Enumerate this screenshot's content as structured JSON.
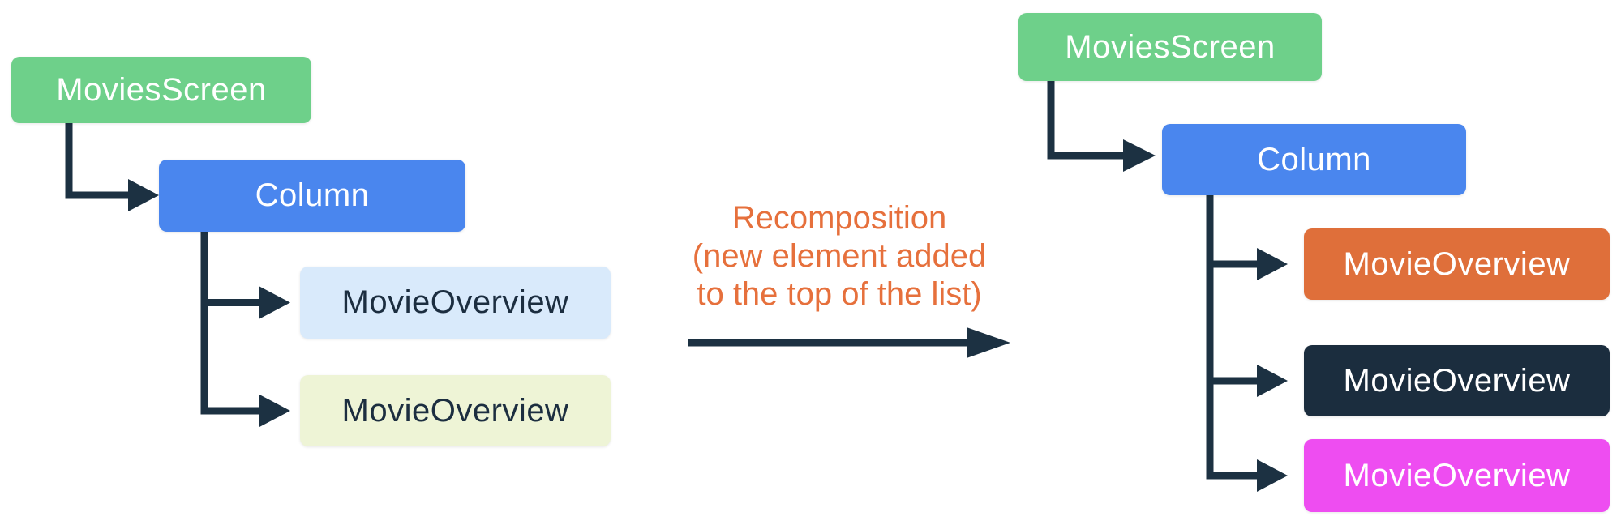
{
  "diagram": {
    "arrow_color": "#1C3142",
    "annotation": {
      "color": "#E6703C",
      "lines": [
        "Recomposition",
        "(new element added",
        "to the top of the list)"
      ]
    },
    "left_tree": {
      "nodes": [
        {
          "label": "MoviesScreen",
          "bg": "#6ED08A",
          "fg": "#FFFFFF"
        },
        {
          "label": "Column",
          "bg": "#4A86EE",
          "fg": "#FFFFFF"
        },
        {
          "label": "MovieOverview",
          "bg": "#D9EAFB",
          "fg": "#1C2E40"
        },
        {
          "label": "MovieOverview",
          "bg": "#EEF4D6",
          "fg": "#1C2E40"
        }
      ]
    },
    "right_tree": {
      "nodes": [
        {
          "label": "MoviesScreen",
          "bg": "#6ED08A",
          "fg": "#FFFFFF"
        },
        {
          "label": "Column",
          "bg": "#4A86EE",
          "fg": "#FFFFFF"
        },
        {
          "label": "MovieOverview",
          "bg": "#DF6F3A",
          "fg": "#FFFFFF"
        },
        {
          "label": "MovieOverview",
          "bg": "#1B2D3E",
          "fg": "#FFFFFF"
        },
        {
          "label": "MovieOverview",
          "bg": "#EE4DF1",
          "fg": "#FFFFFF"
        }
      ]
    }
  }
}
